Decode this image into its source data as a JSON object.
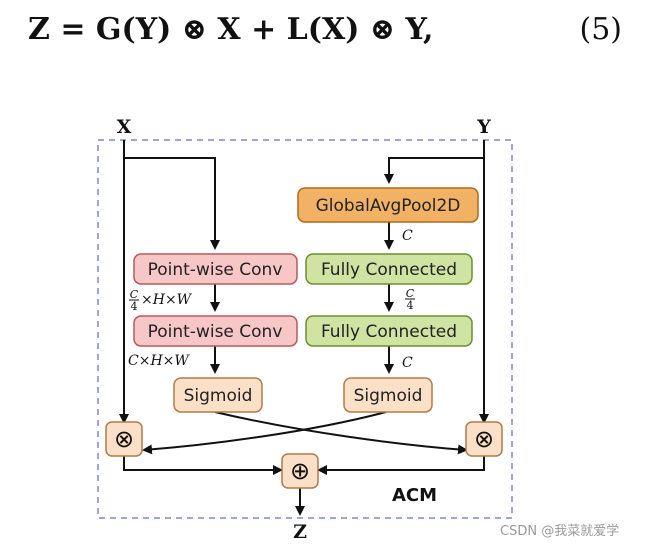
{
  "equation": {
    "text": "Z = G(Y) ⊗ X + L(X) ⊗ Y,",
    "number": "(5)"
  },
  "inputs": {
    "x": "X",
    "y": "Y"
  },
  "output": "Z",
  "left_branch": {
    "conv1": "Point-wise Conv",
    "shape1_num": "C",
    "shape1_den": "4",
    "shape1_rest": "×H×W",
    "conv2": "Point-wise Conv",
    "shape2": "C×H×W",
    "sigmoid": "Sigmoid"
  },
  "right_branch": {
    "pool": "GlobalAvgPool2D",
    "label_c1": "C",
    "fc1": "Fully Connected",
    "label_c4_num": "C",
    "label_c4_den": "4",
    "fc2": "Fully Connected",
    "label_c2": "C",
    "sigmoid": "Sigmoid"
  },
  "ops": {
    "mult_left": "⊗",
    "mult_right": "⊗",
    "add": "⊕"
  },
  "module_label": "ACM",
  "watermark": "CSDN @我菜就爱学",
  "colors": {
    "pink_fill": "#f7c6c6",
    "pink_stroke": "#b85a5a",
    "green_fill": "#cfe3a2",
    "green_stroke": "#6b8f2e",
    "orange_fill": "#f2b266",
    "orange_stroke": "#b06a1a",
    "peach_fill": "#fbe0c8",
    "peach_stroke": "#b07a4a",
    "dash": "#7f86d6"
  }
}
